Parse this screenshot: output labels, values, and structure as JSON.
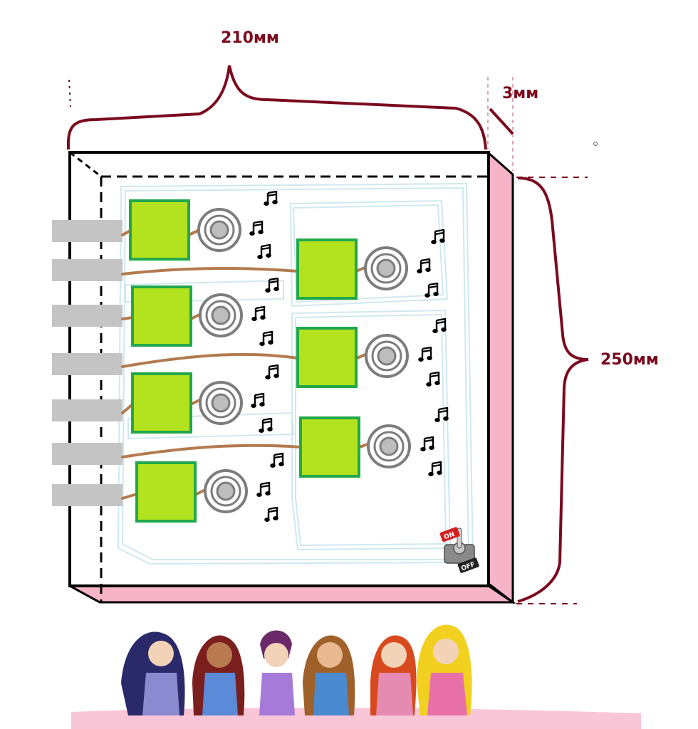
{
  "dimensions": {
    "width_label": "210мм",
    "height_label": "250мм",
    "depth_label": "3мм"
  },
  "switch": {
    "on_label": "ON",
    "off_label": "OFF"
  },
  "colors": {
    "dimension_line": "#7a0a1e",
    "box_side": "#f7b3c8",
    "module_fill": "#b3e21e",
    "module_border": "#22a84a",
    "wire": "#b27a4e",
    "speaker_ring": "#7d7d7d",
    "tab": "#c4c4c4",
    "inner_wiring": "#cfe8f0"
  },
  "counts": {
    "buttons_left_column": 4,
    "buttons_right_column": 3,
    "side_tabs": 7
  },
  "icons": [
    "music-note-icon",
    "speaker-icon",
    "toggle-switch-icon",
    "cartoon-characters-illustration"
  ]
}
